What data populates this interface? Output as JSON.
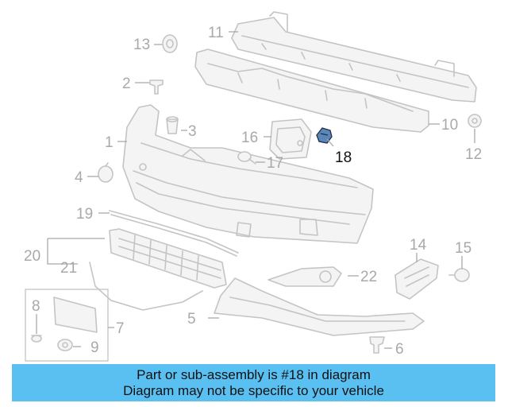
{
  "diagram": {
    "callouts": {
      "c1": "1",
      "c2": "2",
      "c3": "3",
      "c4": "4",
      "c5": "5",
      "c6": "6",
      "c7": "7",
      "c8": "8",
      "c9": "9",
      "c10": "10",
      "c11": "11",
      "c12": "12",
      "c13": "13",
      "c14": "14",
      "c15": "15",
      "c16": "16",
      "c17": "17",
      "c18": "18",
      "c19": "19",
      "c20": "20",
      "c21": "21",
      "c22": "22"
    },
    "highlighted_part": "18",
    "highlight_color": "#5b86b8"
  },
  "banner": {
    "line1": "Part or sub-assembly is #18 in diagram",
    "line2": "Diagram may not be specific to your vehicle",
    "background": "#5ac0f2"
  }
}
